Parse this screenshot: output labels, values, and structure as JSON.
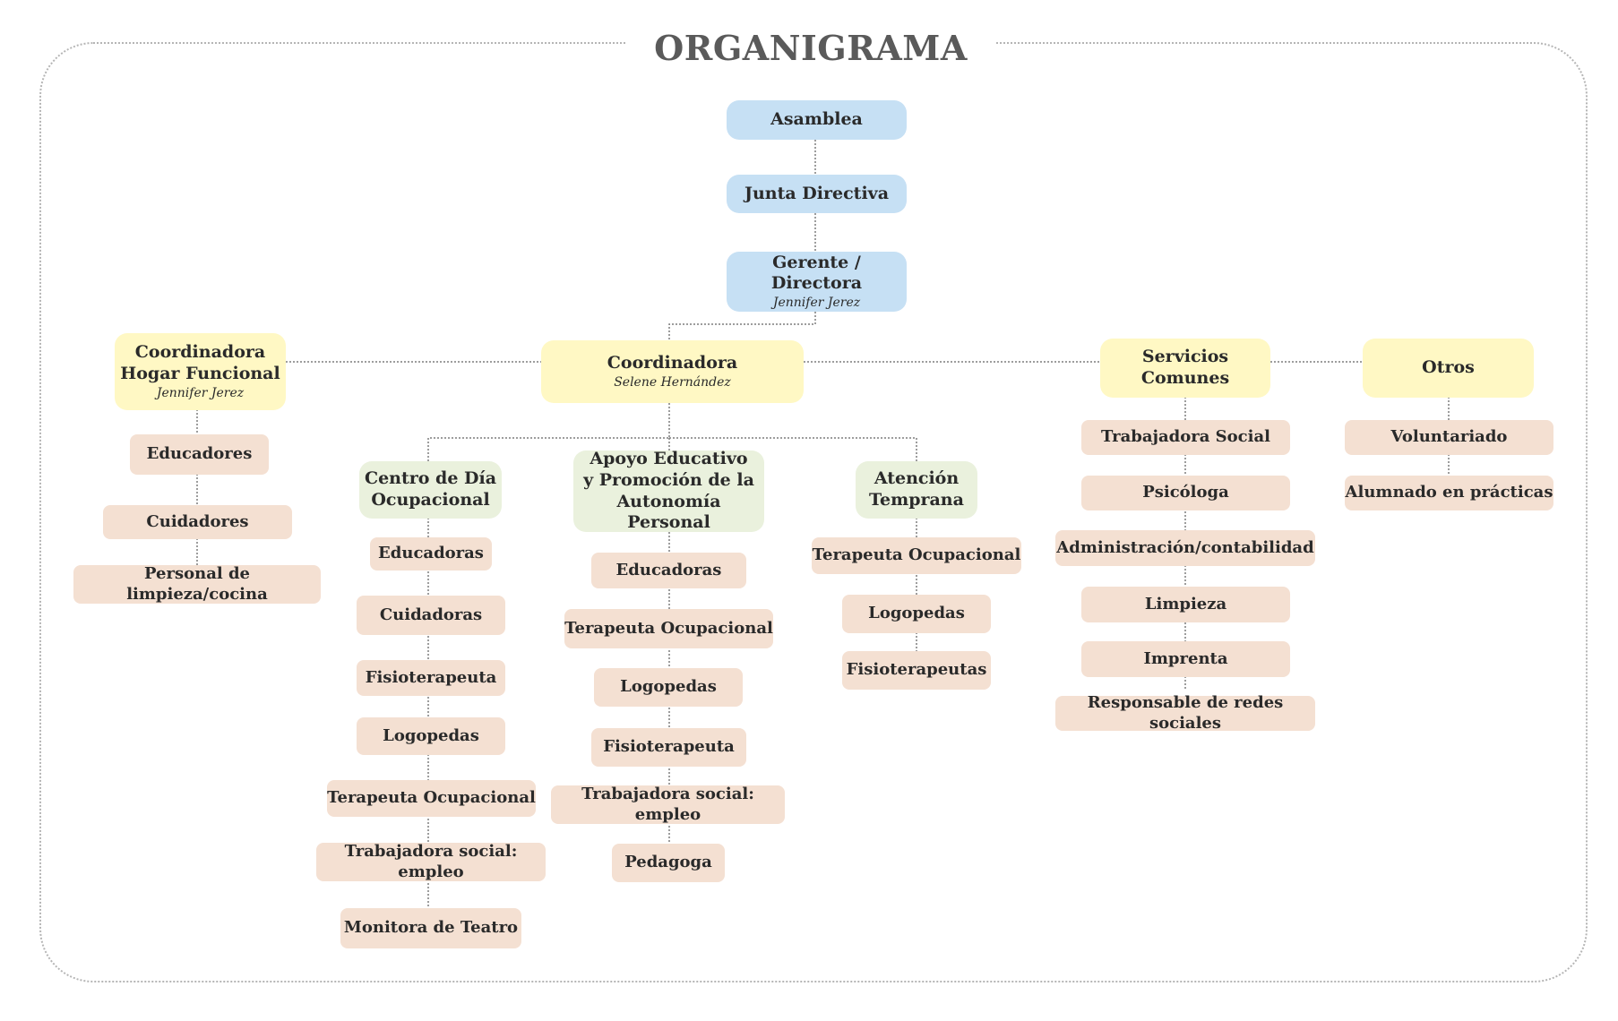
{
  "title": "ORGANIGRAMA",
  "asamblea": "Asamblea",
  "junta": "Junta Directiva",
  "gerente": {
    "title": "Gerente / Directora",
    "name": "Jennifer Jerez"
  },
  "hogar": {
    "line1": "Coordinadora",
    "line2": "Hogar Funcional",
    "name": "Jennifer Jerez",
    "staff": [
      "Educadores",
      "Cuidadores",
      "Personal de limpieza/cocina"
    ]
  },
  "coordinadora": {
    "title": "Coordinadora",
    "name": "Selene Hernández"
  },
  "centro": {
    "line1": "Centro de Día",
    "line2": "Ocupacional",
    "staff": [
      "Educadoras",
      "Cuidadoras",
      "Fisioterapeuta",
      "Logopedas",
      "Terapeuta Ocupacional",
      "Trabajadora social: empleo",
      "Monitora de Teatro"
    ]
  },
  "apoyo": {
    "line1": "Apoyo Educativo",
    "line2": "y Promoción de la",
    "line3": "Autonomía Personal",
    "staff": [
      "Educadoras",
      "Terapeuta Ocupacional",
      "Logopedas",
      "Fisioterapeuta",
      "Trabajadora social: empleo",
      "Pedagoga"
    ]
  },
  "atencion": {
    "line1": "Atención",
    "line2": "Temprana",
    "staff": [
      "Terapeuta Ocupacional",
      "Logopedas",
      "Fisioterapeutas"
    ]
  },
  "servicios": {
    "line1": "Servicios",
    "line2": "Comunes",
    "staff": [
      "Trabajadora Social",
      "Psicóloga",
      "Administración/contabilidad",
      "Limpieza",
      "Imprenta",
      "Responsable de redes sociales"
    ]
  },
  "otros": {
    "title": "Otros",
    "staff": [
      "Voluntariado",
      "Alumnado en prácticas"
    ]
  },
  "colors": {
    "directive": "#c6e0f4",
    "coordination": "#fff8c4",
    "program": "#eaf1dd",
    "staff": "#f4e0d2",
    "connector": "#7d7d7d",
    "title": "#5a5a5a"
  }
}
